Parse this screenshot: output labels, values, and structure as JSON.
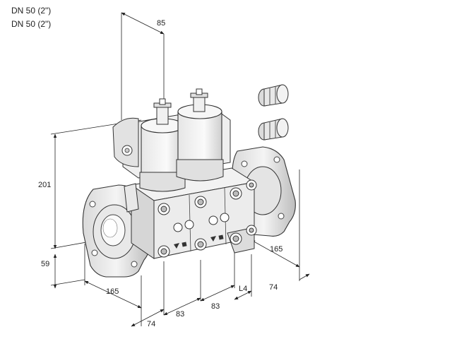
{
  "header": {
    "line1": "DN 50 (2\")",
    "line2": "DN 50 (2\")"
  },
  "dimensions": {
    "top_width": "85",
    "height": "201",
    "flange_offset": "59",
    "flange_left": "165",
    "flange_right": "165",
    "face_left": "74",
    "face_right": "74",
    "module_1": "83",
    "module_2": "83",
    "l4": "L4"
  }
}
